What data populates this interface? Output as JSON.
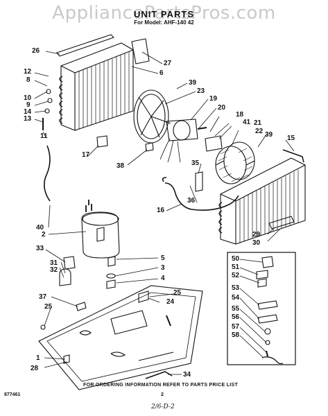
{
  "header": {
    "watermark": "AppliancePartsPros.com",
    "title": "UNIT PARTS",
    "subtitle": "For Model: AHF-140 42"
  },
  "callouts": [
    "26",
    "12",
    "8",
    "10",
    "9",
    "14",
    "13",
    "11",
    "27",
    "6",
    "39",
    "23",
    "19",
    "20",
    "18",
    "41",
    "21",
    "22",
    "39",
    "15",
    "17",
    "38",
    "35",
    "36",
    "16",
    "29",
    "30",
    "40",
    "2",
    "33",
    "31",
    "32",
    "5",
    "3",
    "4",
    "25",
    "24",
    "37",
    "25",
    "1",
    "28",
    "34",
    "50",
    "51",
    "52",
    "53",
    "54",
    "55",
    "56",
    "57",
    "58"
  ],
  "footer": {
    "ordering_note": "FOR ORDERING INFORMATION REFER TO PARTS PRICE LIST",
    "doc_number": "877461",
    "page_number": "2",
    "handwritten": "2/6-D-2"
  }
}
